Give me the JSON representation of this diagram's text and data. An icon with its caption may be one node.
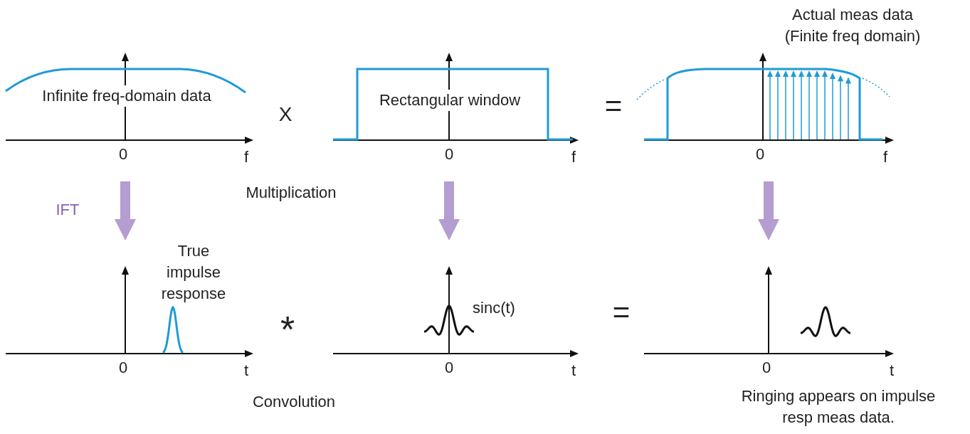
{
  "diagram": {
    "nodes": [
      {
        "text": [],
        "shape": "picture",
        "beside": [
          "0",
          "f"
        ]
      },
      {
        "text": [],
        "shape": "picture",
        "beside": [
          "0",
          "f"
        ]
      },
      {
        "text": [],
        "shape": "picture",
        "beside": [
          "Actual meas data (Finite freq domain)",
          "0",
          "f"
        ]
      },
      {
        "text": [],
        "shape": "picture",
        "beside": [
          "0",
          "t"
        ]
      },
      {
        "text": [],
        "shape": "picture",
        "beside": [
          "0",
          "t"
        ]
      },
      {
        "text": [],
        "shape": "picture",
        "beside": [
          "0",
          "t"
        ]
      }
    ],
    "edges": [
      {
        "from": 0,
        "to": 3,
        "arrow": "to",
        "label": "IFT"
      },
      {
        "from": 1,
        "to": 4,
        "arrow": "to"
      },
      {
        "from": 2,
        "to": 5,
        "arrow": "to"
      }
    ],
    "labels": [
      "Infinite freq-domain data",
      "X",
      "Rectangular window",
      "=",
      "Multiplication",
      "True impulse response",
      "*",
      "sinc(t)",
      "=",
      "Convolution",
      "Ringing appears on impulse resp meas data."
    ]
  }
}
